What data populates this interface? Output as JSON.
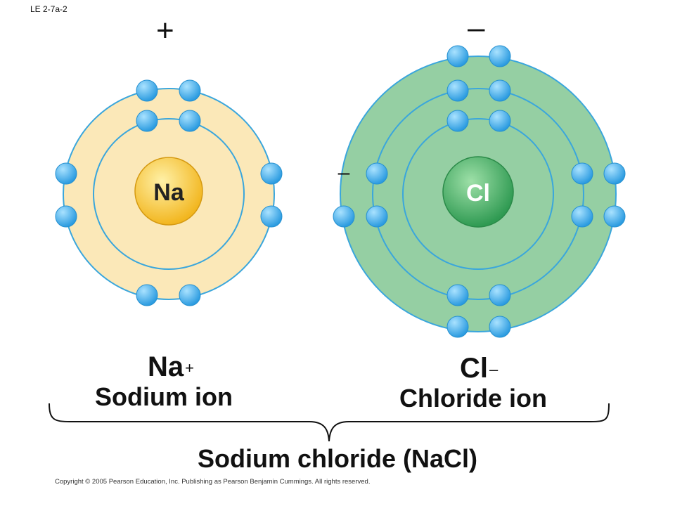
{
  "slide_label": "LE 2-7a-2",
  "sodium": {
    "charge_sign": "+",
    "nucleus_symbol": "Na",
    "ion_symbol": "Na",
    "ion_superscript": "+",
    "ion_name": "Sodium ion",
    "shell_color": "#fbe8b8",
    "nucleus_color": "#f4c542"
  },
  "chlorine": {
    "charge_sign": "–",
    "extra_electron_sign": "–",
    "nucleus_symbol": "Cl",
    "ion_symbol": "Cl",
    "ion_superscript": "–",
    "ion_name": "Chloride ion",
    "shell_color": "#95cfa3",
    "nucleus_color": "#4caf6a"
  },
  "compound_name": "Sodium chloride (NaCl)",
  "copyright": "Copyright © 2005 Pearson Education, Inc. Publishing as Pearson Benjamin Cummings. All rights reserved.",
  "electron_color": "#4fb3ec"
}
